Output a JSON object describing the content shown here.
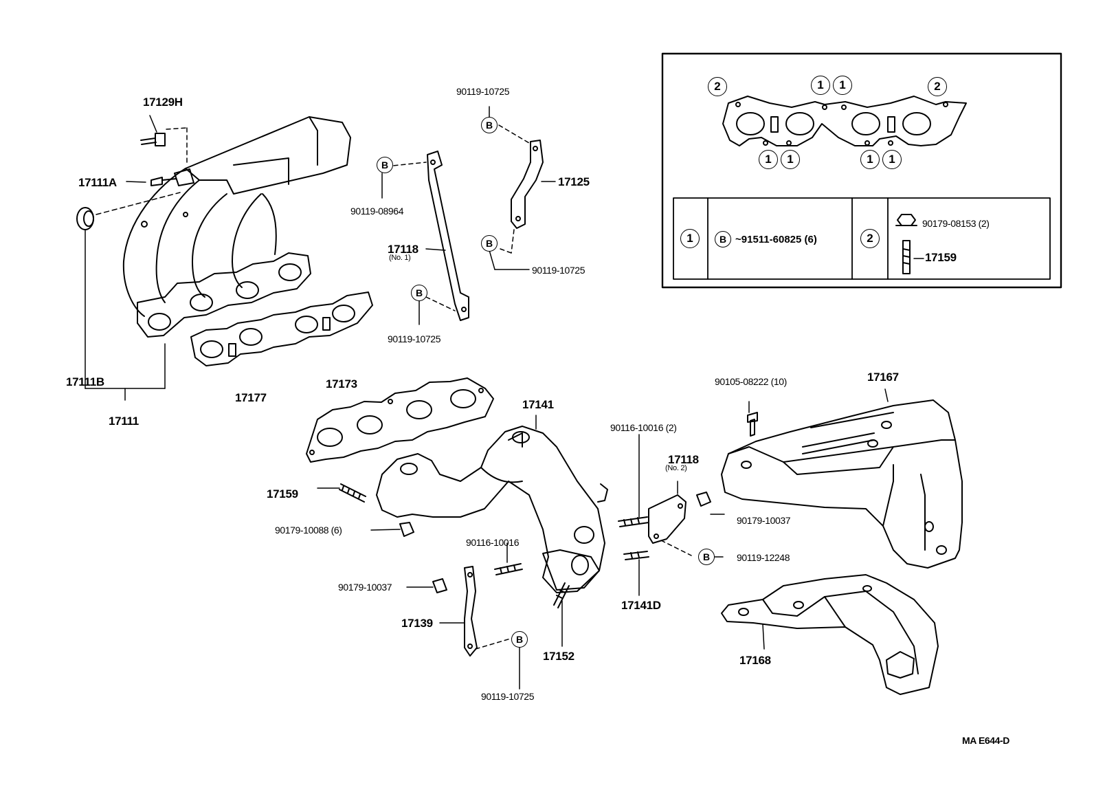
{
  "diagram": {
    "drawing_code": "MA E644-D",
    "callout_symbols": {
      "bolt_marker": "B",
      "position_one": "1",
      "position_two": "2"
    },
    "labels": {
      "p17129h": "17129H",
      "p17111a": "17111A",
      "p17111b": "17111B",
      "p17111": "17111",
      "p17177": "17177",
      "p17118_no1": "17118",
      "p17118_no1_sub": "(No. 1)",
      "p90119_08964": "90119-08964",
      "p90119_10725_top": "90119-10725",
      "p90119_10725_mid": "90119-10725",
      "p90119_10725_left": "90119-10725",
      "p90119_10725_bottom": "90119-10725",
      "p17125": "17125",
      "p17173": "17173",
      "p17141": "17141",
      "p17159": "17159",
      "p90179_10088": "90179-10088 (6)",
      "p90116_10016_mid": "90116-10016",
      "p90179_10037_left": "90179-10037",
      "p17139": "17139",
      "p17152": "17152",
      "p90116_10016_2": "90116-10016 (2)",
      "p17118_no2": "17118",
      "p17118_no2_sub": "(No. 2)",
      "p17141d": "17141D",
      "p90105_08222": "90105-08222 (10)",
      "p17167": "17167",
      "p90179_10037_right": "90179-10037",
      "p90119_12248": "90119-12248",
      "p17168": "17168"
    },
    "inset": {
      "table": {
        "row1_part": "~91511-60825 (6)",
        "row2_nut": "90179-08153 (2)",
        "row2_stud": "17159"
      }
    }
  }
}
